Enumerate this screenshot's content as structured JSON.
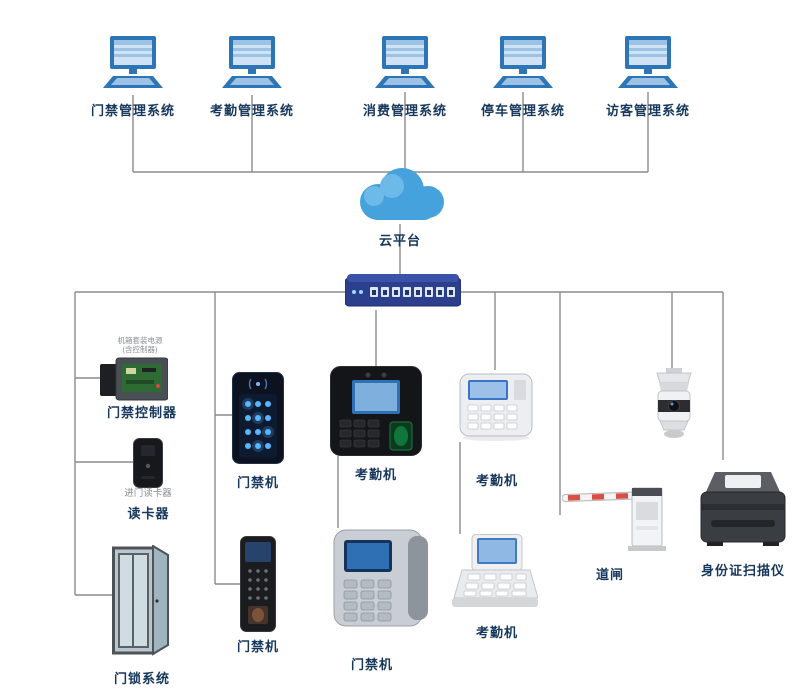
{
  "systems": [
    {
      "label": "门禁管理系统"
    },
    {
      "label": "考勤管理系统"
    },
    {
      "label": "消费管理系统"
    },
    {
      "label": "停车管理系统"
    },
    {
      "label": "访客管理系统"
    }
  ],
  "cloud": {
    "label": "云平台"
  },
  "devices": {
    "controller": {
      "note1": "机箱套装电源",
      "note2": "(含控制器)",
      "label": "门禁控制器"
    },
    "reader": {
      "note": "进门读卡器",
      "label": "读卡器"
    },
    "door": {
      "label": "门锁系统"
    },
    "keypad": {
      "label": "门禁机"
    },
    "face_attendance": {
      "label": "考勤机"
    },
    "white_attendance": {
      "label": "考勤机"
    },
    "fingerprint_access": {
      "label": "门禁机"
    },
    "silver_access": {
      "label": "门禁机"
    },
    "pos_attendance": {
      "label": "考勤机"
    },
    "barrier": {
      "label": "道闸"
    },
    "scanner": {
      "label": "身份证扫描仪"
    }
  },
  "colors": {
    "label_text": "#17375d",
    "line": "#8c8c8c",
    "computer_blue": "#2e75b6",
    "cloud_blue": "#45a2dc",
    "switch_navy": "#2b3f8c"
  }
}
